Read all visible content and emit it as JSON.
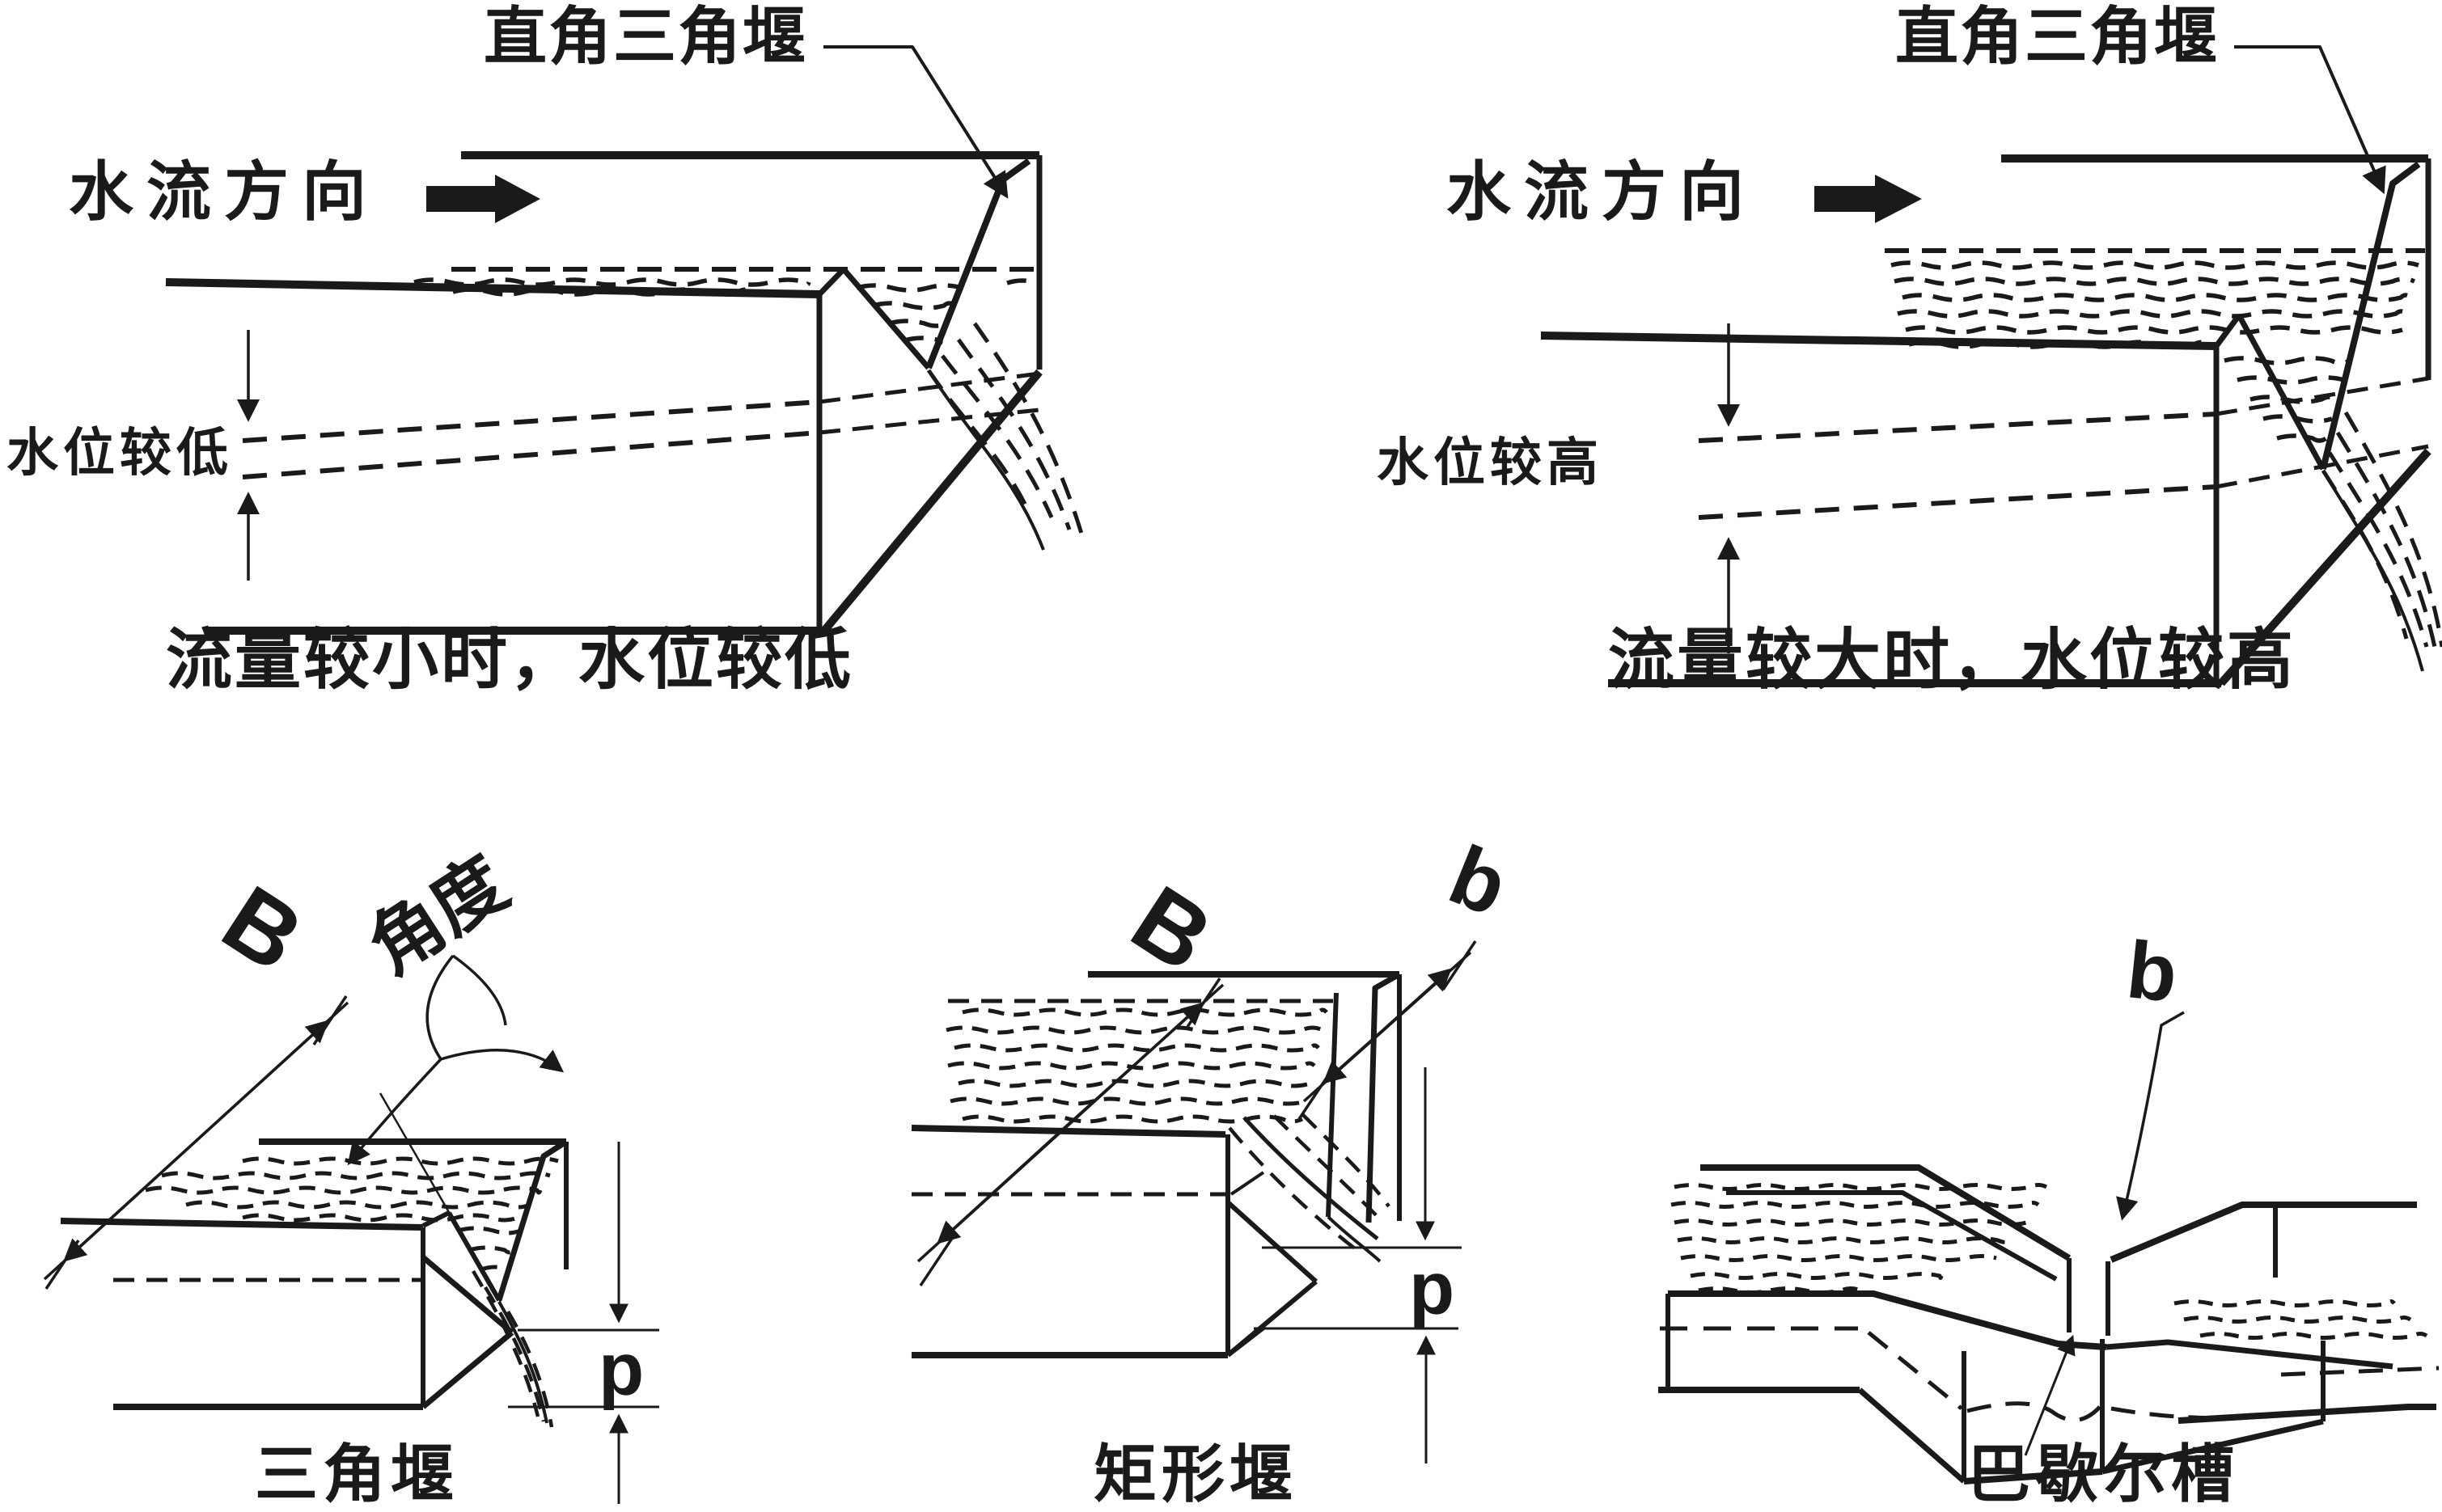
{
  "colors": {
    "ink": "#1a1a1a",
    "background": "#ffffff"
  },
  "top_left": {
    "weir_label": "直角三角堰",
    "flow_label": "水流方向",
    "level_label": "水位较低",
    "caption": "流量较小时，水位较低"
  },
  "top_right": {
    "weir_label": "直角三角堰",
    "flow_label": "水流方向",
    "level_label": "水位较高",
    "caption": "流量较大时，水位较高"
  },
  "bottom_left": {
    "caption": "三角堰",
    "dim_width": "B",
    "dim_angle": "角度",
    "dim_height": "p"
  },
  "bottom_middle": {
    "caption": "矩形堰",
    "dim_width": "B",
    "dim_notch": "b",
    "dim_height": "p"
  },
  "bottom_right": {
    "caption": "巴歇尔槽",
    "dim_throat": "b"
  }
}
